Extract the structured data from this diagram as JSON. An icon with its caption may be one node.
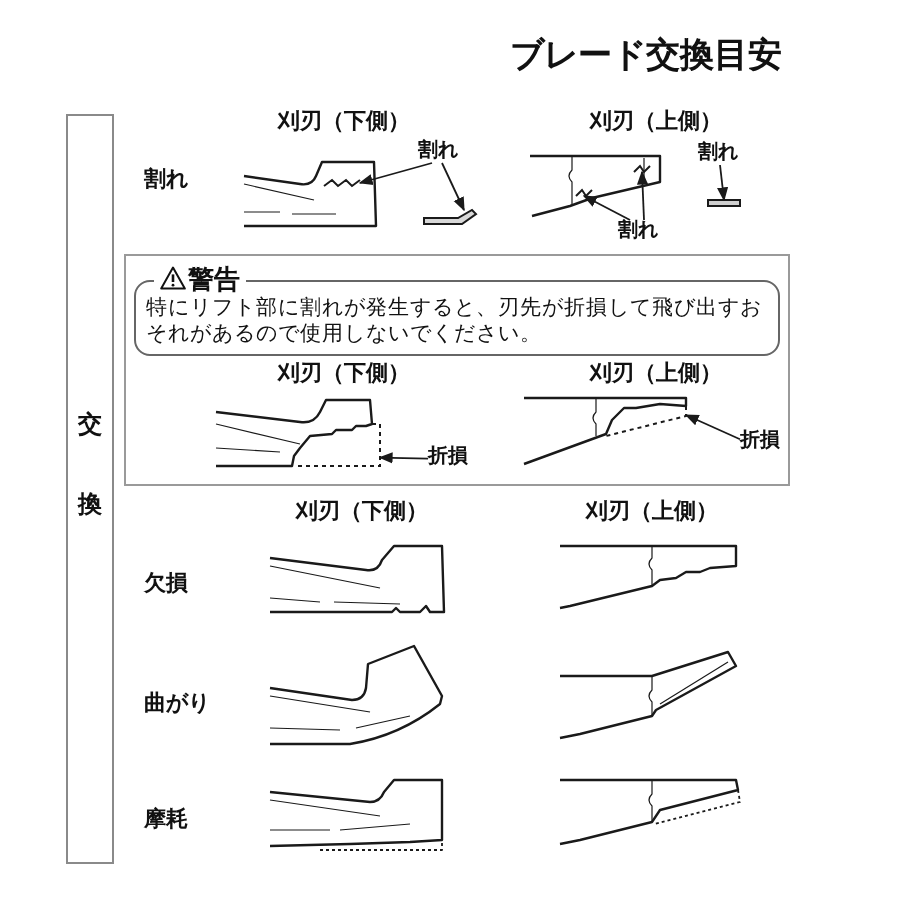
{
  "diagram": {
    "title": "ブレード交換目安",
    "nodes": [
      {
        "text": [
          "交換"
        ]
      },
      {
        "text": [
          "割れ"
        ]
      },
      {
        "text": [],
        "shape": "picture"
      },
      {
        "text": [],
        "shape": "picture"
      },
      {
        "text": [
          "割れ"
        ]
      },
      {
        "text": [],
        "shape": "bar"
      },
      {
        "text": [],
        "shape": "picture"
      },
      {
        "text": [],
        "shape": "picture"
      },
      {
        "text": [
          "割れ"
        ]
      },
      {
        "text": [
          "刈刃（下側）",
          "刈刃（上側）"
        ]
      },
      {
        "text": [
          "警告",
          "特にリフト部に割れが発生すると、刃先が折損して飛び出すおそれがあるので使用しないでください。"
        ],
        "in": 9
      },
      {
        "text": [],
        "shape": "picture",
        "in": 9
      },
      {
        "text": [
          "折損"
        ],
        "in": 9
      },
      {
        "text": [],
        "shape": "picture",
        "in": 9
      },
      {
        "text": [
          "折損"
        ],
        "in": 9
      }
    ],
    "edges": [
      {
        "from": 1,
        "to": 2,
        "arrow": "to"
      },
      {
        "from": 1,
        "to": 3,
        "arrow": "to"
      },
      {
        "from": 4,
        "to": 5,
        "arrow": "to"
      },
      {
        "from": 8,
        "to": 6,
        "arrow": "to"
      },
      {
        "from": 8,
        "to": 7,
        "arrow": "to"
      },
      {
        "from": 12,
        "to": 11,
        "arrow": "to"
      },
      {
        "from": 14,
        "to": 13,
        "arrow": "to"
      }
    ],
    "labels": [
      "刈刃（下側）",
      "刈刃（上側）",
      "割れ",
      "刈刃（下側）",
      "刈刃（上側）",
      "欠損",
      "曲がり",
      "摩耗"
    ]
  }
}
